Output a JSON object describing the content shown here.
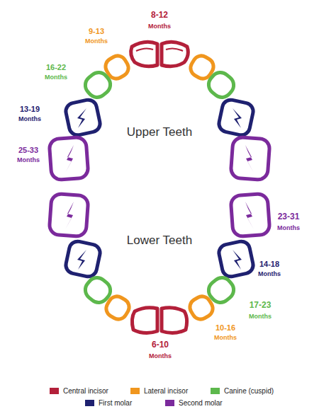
{
  "diagram": {
    "labels": [
      "8-12",
      "Months",
      "9-13",
      "Months",
      "16-22",
      "Months",
      "13-19",
      "Months",
      "Upper Teeth",
      "25-33",
      "Months",
      "23-31",
      "Months",
      "Lower Teeth",
      "14-18",
      "Months",
      "17-23",
      "Months",
      "10-16",
      "Months",
      "6-10",
      "Months"
    ],
    "legend": [
      {
        "text": "Central incisor",
        "color": "#b3203a"
      },
      {
        "text": "Lateral incisor",
        "color": "#f0961e"
      },
      {
        "text": "Canine (cuspid)",
        "color": "#5db84c"
      },
      {
        "text": "First molar",
        "color": "#1f2170"
      },
      {
        "text": "Second molar",
        "color": "#7b2a9c"
      }
    ]
  }
}
